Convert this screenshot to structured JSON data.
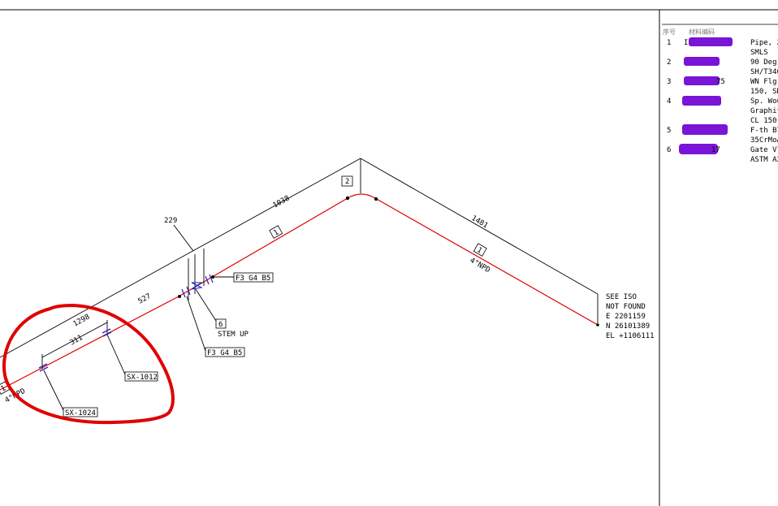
{
  "drawing": {
    "dimensions": {
      "d1038": "1038",
      "d1481": "1481",
      "d229": "229",
      "d527": "527",
      "d1298": "1298",
      "d311": "311"
    },
    "item_tags": {
      "pipe_upper": "1",
      "elbow": "2",
      "pipe_right": "1",
      "pipe_left": "1",
      "valve": "6"
    },
    "size_labels": {
      "right": "4\"NPD",
      "left": "4\"NPD"
    },
    "callouts": {
      "flange_upper": "F3 G4 B5",
      "flange_lower": "F3 G4 B5",
      "valve_note": "STEM UP",
      "support_1012": "SX-1012",
      "support_1024": "SX-1024"
    },
    "end_note": {
      "line1": "SEE ISO",
      "line2": "NOT FOUND",
      "line3": "E 2201159",
      "line4": "N 26101389",
      "line5": "EL +1106111"
    },
    "highlight_color": "#e00000",
    "pipe_color": "#e00000",
    "fitting_color": "#2020c0"
  },
  "bom": {
    "headers": {
      "seq": "序号",
      "material_code": "材料编码"
    },
    "redaction_color": "#7a14d6",
    "rows": [
      {
        "seq": "1",
        "code_visible": "I",
        "desc1": "Pipe, 2",
        "desc2": "SMLS",
        "desc3": ""
      },
      {
        "seq": "2",
        "code_visible": "",
        "desc1": "90  Deg",
        "desc2": "SH/T340",
        "desc3": ""
      },
      {
        "seq": "3",
        "code_visible": "75",
        "desc1": "WN Flg.",
        "desc2": "150, SH",
        "desc3": ""
      },
      {
        "seq": "4",
        "code_visible": "",
        "desc1": "Sp. Wou",
        "desc2": "Graphit",
        "desc3": "CL 150,"
      },
      {
        "seq": "5",
        "code_visible": "",
        "desc1": "F-th Bl",
        "desc2": "35CrMoA",
        "desc3": ""
      },
      {
        "seq": "6",
        "code_visible": "17",
        "desc1": "Gate Vl",
        "desc2": "ASTM A2",
        "desc3": ""
      }
    ]
  }
}
